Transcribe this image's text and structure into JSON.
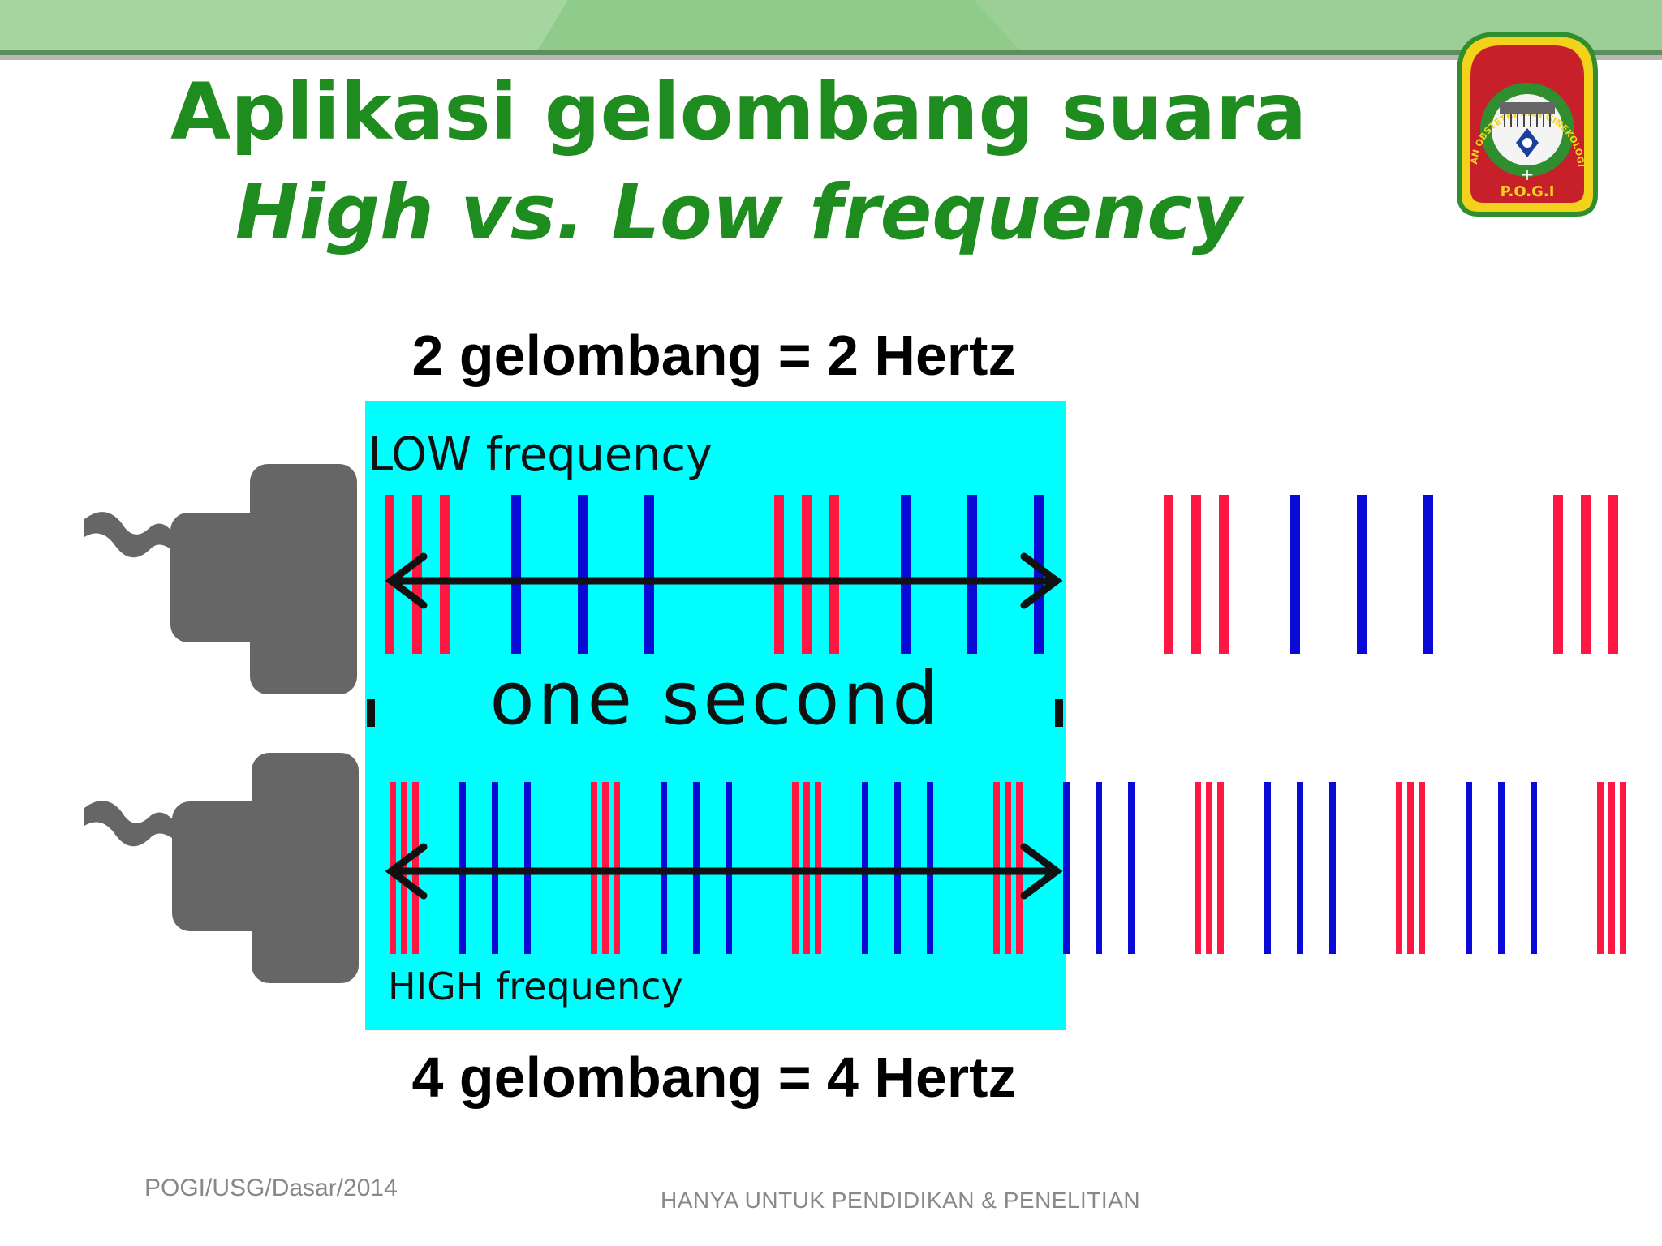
{
  "slide": {
    "title_line1": "Aplikasi gelombang suara",
    "title_line2": "High vs. Low frequency"
  },
  "captions": {
    "top": "2 gelombang = 2 Hertz",
    "bottom": "4 gelombang = 4 Hertz"
  },
  "diagram": {
    "low_label": "LOW frequency",
    "high_label": "HIGH frequency",
    "interval_label": "one second",
    "low_line_groups": [
      "red",
      "blue",
      "red",
      "blue",
      "red",
      "blue",
      "red",
      "blue"
    ],
    "high_line_groups": [
      "red",
      "blue",
      "red",
      "blue",
      "red",
      "blue",
      "red",
      "blue",
      "red",
      "blue",
      "red",
      "blue",
      "red",
      "blue",
      "red",
      "blue"
    ],
    "colors": {
      "highlight": "#00ffff",
      "compression_red": "#ff1744",
      "rarefaction_blue": "#0a0ad6",
      "speaker_gray": "#666666",
      "arrow": "#111111"
    }
  },
  "logo": {
    "arc_text": "PERKUMPULAN OBSTETRI DAN GINEKOLOGI INDONESIA",
    "abbreviation": "P.O.G.I"
  },
  "footer": {
    "left": "POGI/USG/Dasar/2014",
    "center": "HANYA UNTUK PENDIDIKAN & PENELITIAN"
  },
  "theme": {
    "title_green": "#1e8c1e",
    "band_green": "#8fcb8a",
    "logo_red": "#c8202a",
    "logo_green": "#2f8f2f",
    "logo_yellow": "#f2d21a"
  }
}
